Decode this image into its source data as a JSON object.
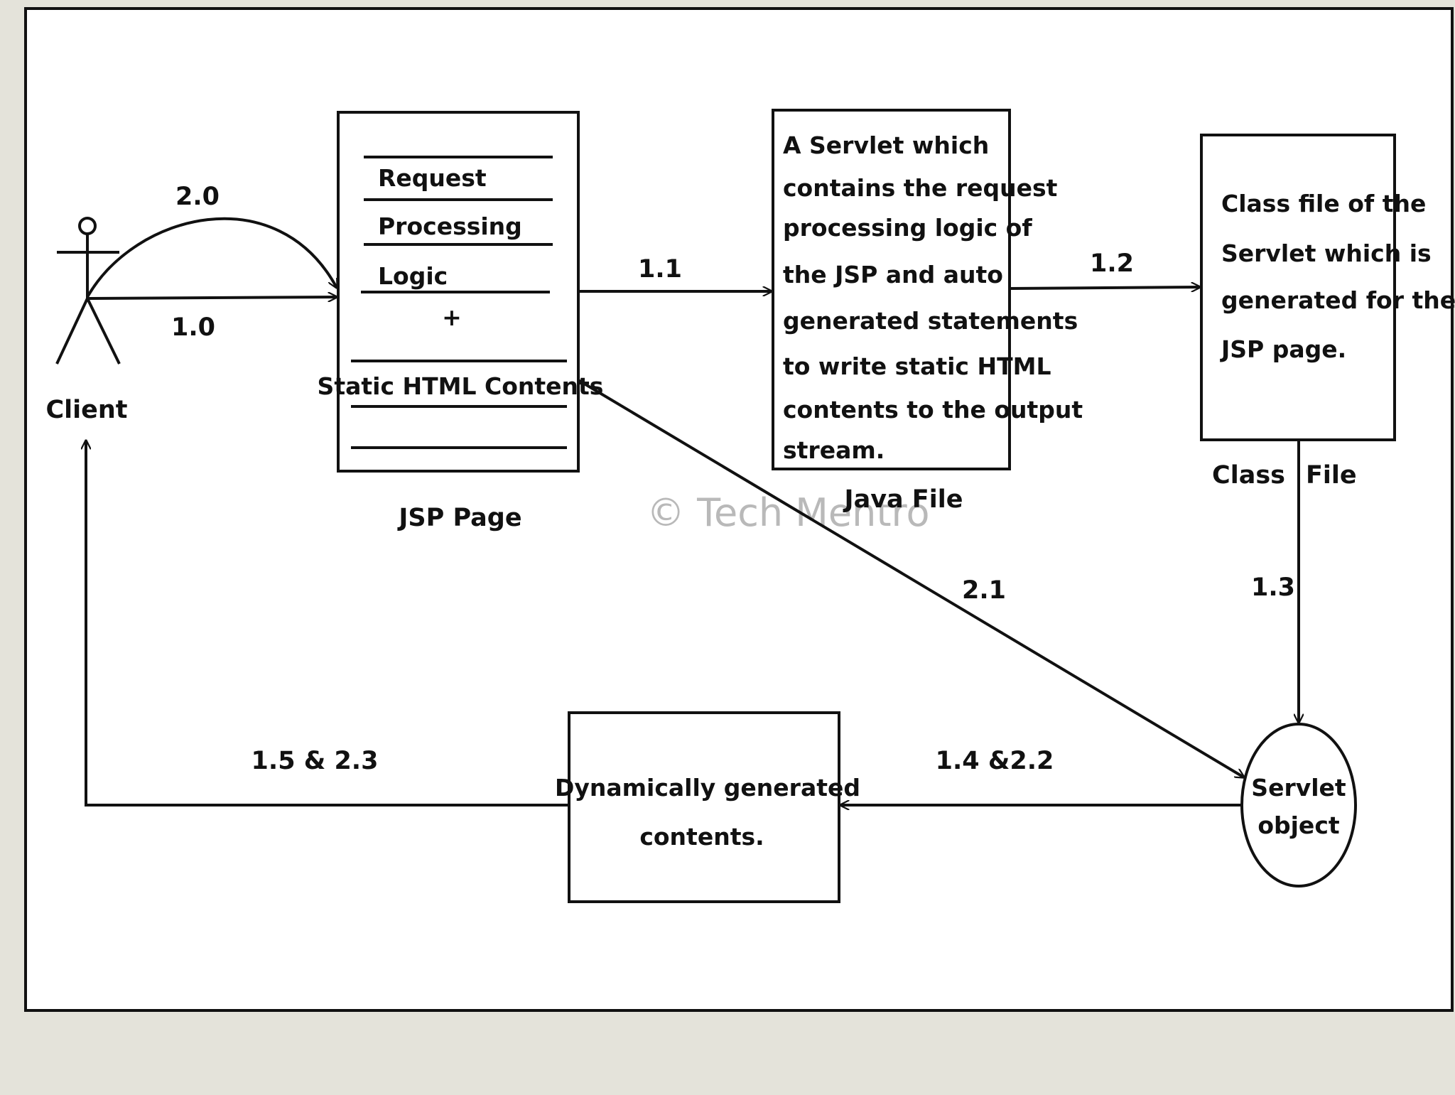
{
  "actor": {
    "name": "Client"
  },
  "jsp_page": {
    "caption": "JSP Page",
    "lines": [
      "Request",
      "Processing",
      "Logic",
      "+",
      "Static HTML Contents"
    ]
  },
  "java_file": {
    "caption": "Java File",
    "lines": [
      "A Servlet which",
      "contains the request",
      "processing logic of",
      "the JSP and auto",
      "generated statements",
      "to write static HTML",
      "contents to the output",
      "stream."
    ]
  },
  "class_file": {
    "caption_left": "Class",
    "caption_right": "File",
    "lines": [
      "Class file of the",
      "Servlet which is",
      "generated for the",
      "JSP page."
    ]
  },
  "servlet_object": {
    "lines": [
      "Servlet",
      "object"
    ]
  },
  "dynamic_contents": {
    "lines": [
      "Dynamically generated",
      "contents."
    ]
  },
  "arrows": {
    "a10": "1.0",
    "a20": "2.0",
    "a11": "1.1",
    "a12": "1.2",
    "a13": "1.3",
    "a21": "2.1",
    "a14_22": "1.4 &2.2",
    "a15_23": "1.5  & 2.3"
  },
  "watermark": "© Tech Mentro",
  "colors": {
    "background": "#e4e3da",
    "panel": "#ffffff",
    "stroke": "#111111",
    "watermark": "#b9b9b9"
  }
}
